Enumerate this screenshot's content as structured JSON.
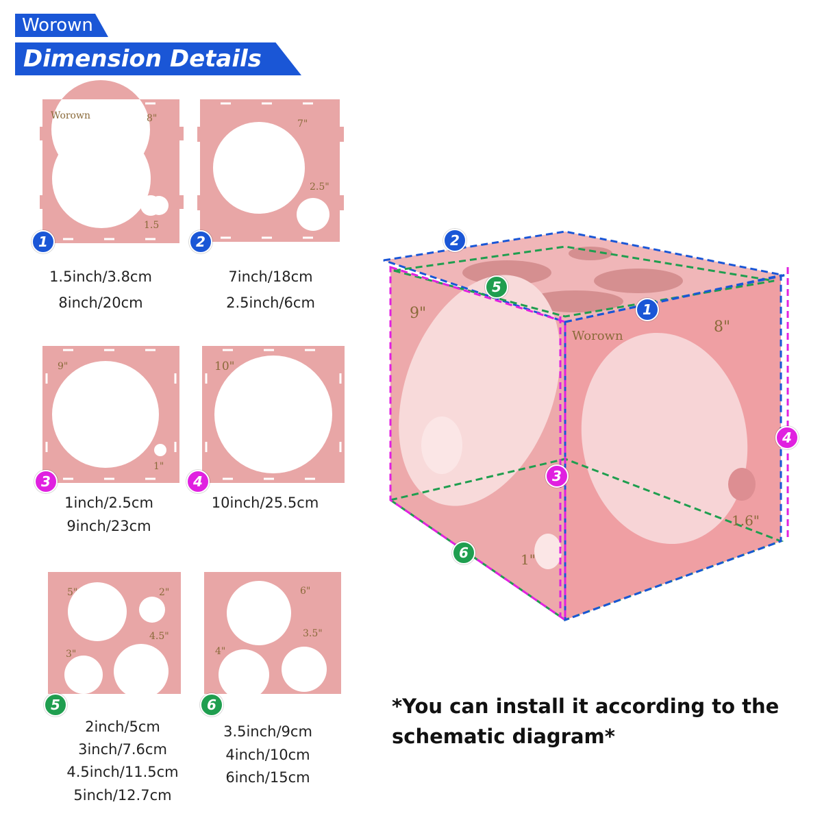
{
  "brand": "Worown",
  "header": {
    "title": "Dimension Details"
  },
  "colors": {
    "accent": "#1a56d6",
    "panel": "#e8a6a6",
    "panel_shade": "#d58f90"
  },
  "panels": [
    {
      "id": "1",
      "badge_color": "#1a56d6",
      "labels": {
        "brand": "Worown",
        "big": "8\"",
        "small": "1.5"
      },
      "specs": [
        "1.5inch/3.8cm",
        "8inch/20cm"
      ]
    },
    {
      "id": "2",
      "badge_color": "#1a56d6",
      "labels": {
        "big": "7\"",
        "small": "2.5\""
      },
      "specs": [
        "7inch/18cm",
        "2.5inch/6cm"
      ]
    },
    {
      "id": "3",
      "badge_color": "#e020e0",
      "labels": {
        "big": "9\"",
        "small": "1\""
      },
      "specs": [
        "1inch/2.5cm",
        "9inch/23cm"
      ]
    },
    {
      "id": "4",
      "badge_color": "#e020e0",
      "labels": {
        "big": "10\""
      },
      "specs": [
        "10inch/25.5cm"
      ]
    },
    {
      "id": "5",
      "badge_color": "#1f9e4f",
      "labels": {
        "a": "5\"",
        "b": "2\"",
        "c": "4.5\"",
        "d": "3\""
      },
      "specs": [
        "2inch/5cm",
        "3inch/7.6cm",
        "4.5inch/11.5cm",
        "5inch/12.7cm"
      ]
    },
    {
      "id": "6",
      "badge_color": "#1f9e4f",
      "labels": {
        "a": "6\"",
        "b": "3.5\"",
        "c": "4\""
      },
      "specs": [
        "3.5inch/9cm",
        "4inch/10cm",
        "6inch/15cm"
      ]
    }
  ],
  "cube": {
    "labels": {
      "brand": "Worown",
      "front_big": "8\"",
      "side_big": "9\"",
      "small_1": "1\"",
      "small_2": "1.6\""
    },
    "badges": [
      "2",
      "5",
      "1",
      "4",
      "3",
      "6"
    ]
  },
  "note": {
    "line1": "*You can install it according to the",
    "line2": "schematic diagram*"
  }
}
